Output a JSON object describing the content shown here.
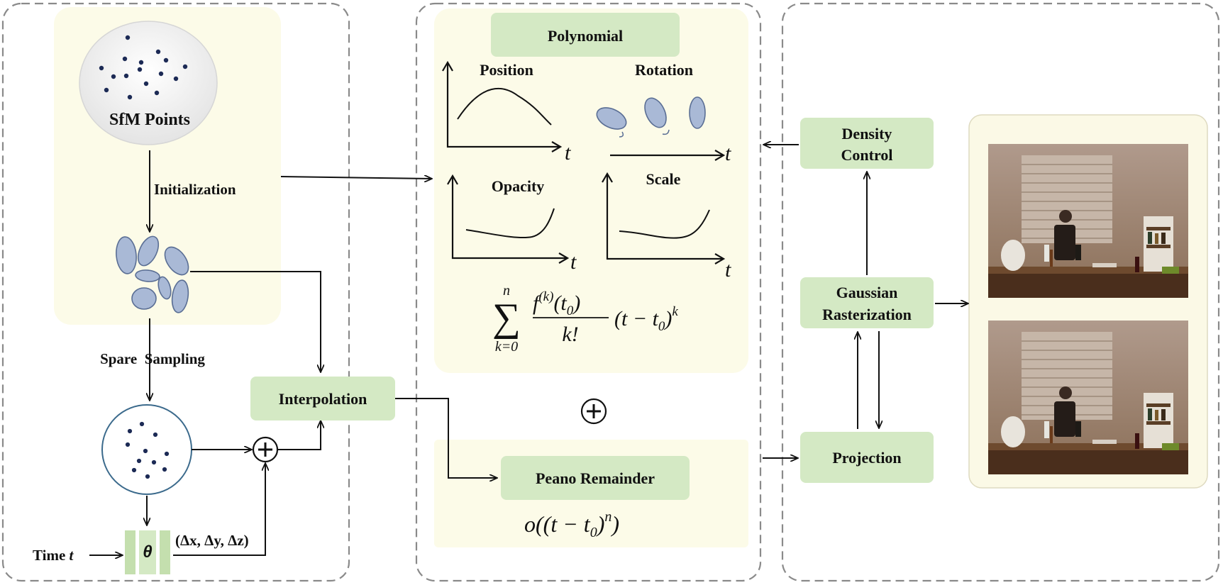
{
  "left_panel": {
    "sfm_label": "SfM Points",
    "initialization_label": "Initialization",
    "sampling_label": "Spare  Sampling",
    "interpolation_label": "Interpolation",
    "time_label": "Time ",
    "time_var": "t",
    "theta_label": "θ",
    "delta_label": "(Δx, Δy, Δz)"
  },
  "middle_panel": {
    "polynomial_label": "Polynomial",
    "position_label": "Position",
    "rotation_label": "Rotation",
    "opacity_label": "Opacity",
    "scale_label": "Scale",
    "axis_t": "t",
    "sum_upper": "n",
    "sum_lower": "k=0",
    "sum_symbol": "∑",
    "numerator": "f",
    "numerator_sup": "(k)",
    "numerator_arg": "(t",
    "numerator_sub": "0",
    "numerator_close": ")",
    "denominator": "k!",
    "factor": "(t − t",
    "factor_sub": "0",
    "factor_close": ")",
    "factor_sup": "k",
    "plus_symbol": "+",
    "peano_label": "Peano Remainder",
    "peano_formula_a": "o((t − t",
    "peano_formula_sub": "0",
    "peano_formula_b": ")",
    "peano_formula_sup": "n",
    "peano_formula_c": ")"
  },
  "right_panel": {
    "density_line1": "Density",
    "density_line2": "Control",
    "raster_line1": "Gaussian",
    "raster_line2": "Rasterization",
    "projection_label": "Projection"
  },
  "colors": {
    "green_box": "#d4e9c4",
    "yellow_panel": "#fcfbe8",
    "ellipse_fill": "#a9b9d6",
    "ellipse_stroke": "#5a6e94",
    "dot": "#1c2a55",
    "dash": "#8a8a8a"
  }
}
